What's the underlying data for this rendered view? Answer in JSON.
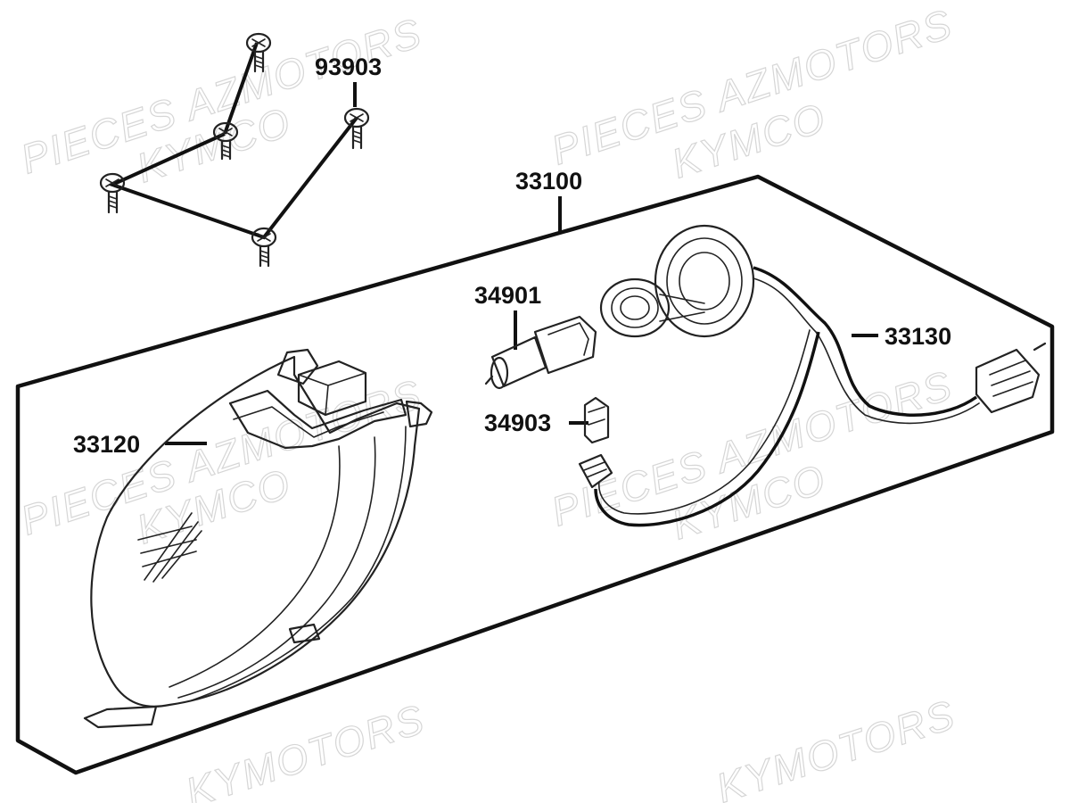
{
  "colors": {
    "line": "#111111",
    "watermark": "#d6d6d6",
    "background": "#ffffff"
  },
  "watermarks": [
    "PIECES AZMOTORS",
    "KYMCO",
    "PIECES AZMOTORS",
    "KYMCO",
    "PIECES AZMOTORS",
    "KYMCO",
    "PIECES AZMOTORS",
    "KYMCO",
    "KYMOTORS",
    "KYMOTORS"
  ],
  "parts": [
    {
      "ref": "93903",
      "component": "bolt"
    },
    {
      "ref": "33100",
      "component": "headlight-assembly"
    },
    {
      "ref": "34901",
      "component": "headlight-bulb"
    },
    {
      "ref": "34903",
      "component": "position-bulb"
    },
    {
      "ref": "33130",
      "component": "wiring-harness"
    },
    {
      "ref": "33120",
      "component": "headlight-lens-unit"
    }
  ]
}
